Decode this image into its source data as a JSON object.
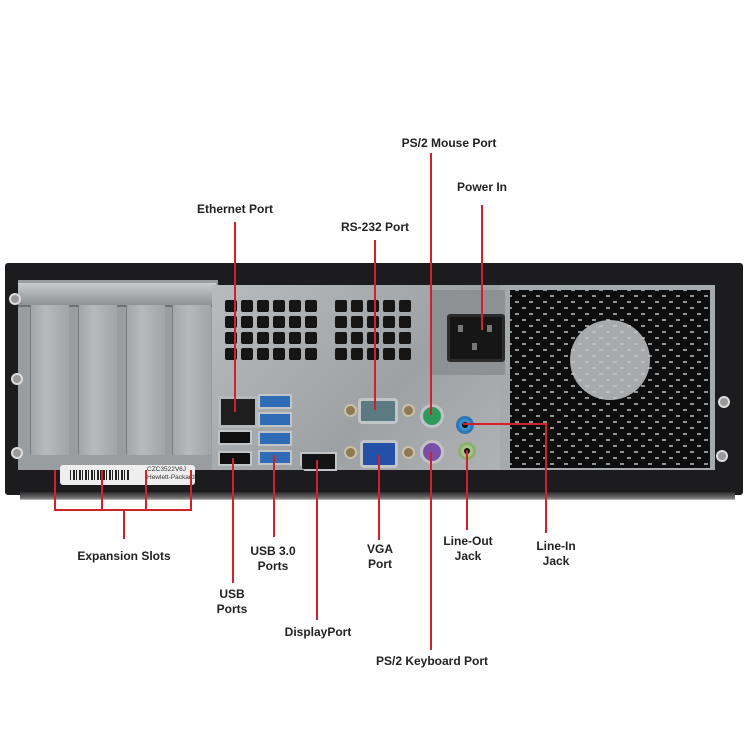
{
  "diagram": {
    "subject": "Desktop computer rear I/O panel",
    "accent_color": "#d0222c",
    "text_color": "#222222",
    "chassis_label": {
      "line1": "CZC3522V6J",
      "line2": "Hewlett-Packard"
    },
    "callouts": [
      {
        "id": "expansion-slots",
        "label": "Expansion Slots"
      },
      {
        "id": "ethernet-port",
        "label": "Ethernet Port"
      },
      {
        "id": "usb-ports",
        "label_line1": "USB",
        "label_line2": "Ports"
      },
      {
        "id": "usb3-ports",
        "label_line1": "USB 3.0",
        "label_line2": "Ports"
      },
      {
        "id": "displayport",
        "label": "DisplayPort"
      },
      {
        "id": "rs232-port",
        "label": "RS-232 Port"
      },
      {
        "id": "vga-port",
        "label_line1": "VGA",
        "label_line2": "Port"
      },
      {
        "id": "ps2-mouse-port",
        "label": "PS/2 Mouse Port"
      },
      {
        "id": "ps2-keyboard-port",
        "label": "PS/2 Keyboard Port"
      },
      {
        "id": "power-in",
        "label": "Power In"
      },
      {
        "id": "line-out-jack",
        "label_line1": "Line-Out",
        "label_line2": "Jack"
      },
      {
        "id": "line-in-jack",
        "label_line1": "Line-In",
        "label_line2": "Jack"
      }
    ],
    "port_colors": {
      "usb3": "#2f6cb5",
      "vga": "#2450a8",
      "serial": "#5b7a82",
      "ps2_mouse": "#2e9a5c",
      "ps2_keyboard": "#7b4fa8",
      "line_in": "#3a8fcf",
      "line_out": "#8fb06a"
    }
  }
}
